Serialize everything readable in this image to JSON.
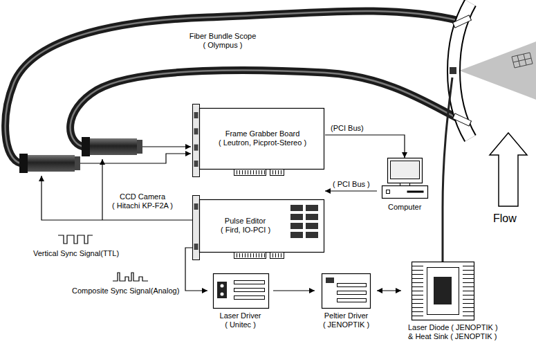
{
  "diagram": {
    "nodes": [
      {
        "text": [
          "Frame Grabber Board ( Leutron, Picprot-Stereo )"
        ]
      },
      {
        "text": [
          "Computer"
        ]
      },
      {
        "text": [
          "Pulse Editor ( Fird, IO-PCI )"
        ]
      },
      {
        "text": [
          "Laser Driver ( Unitec )"
        ]
      },
      {
        "text": [
          "Peltier Driver ( JENOPTIK )"
        ]
      },
      {
        "text": [
          "Laser Diode ( JENOPTIK ) & Heat Sink ( JENOPTIK )"
        ]
      }
    ],
    "edges": [
      {
        "from": 0,
        "to": 1,
        "arrow": "to",
        "label": "(PCI Bus)"
      },
      {
        "from": 1,
        "to": 2,
        "arrow": "to",
        "label": "( PCI Bus )"
      },
      {
        "from": 2,
        "to": 3,
        "arrow": "to",
        "label": "Composite Sync Signal(Analog)"
      },
      {
        "from": 3,
        "to": 4,
        "arrow": "to"
      },
      {
        "from": 4,
        "to": 5,
        "arrow": "both"
      }
    ],
    "labels": [
      "Fiber Bundle Scope ( Olympus )",
      "CCD Camera ( Hitachi KP-F2A )",
      "Vertical Sync Signal(TTL)",
      "Flow"
    ]
  }
}
